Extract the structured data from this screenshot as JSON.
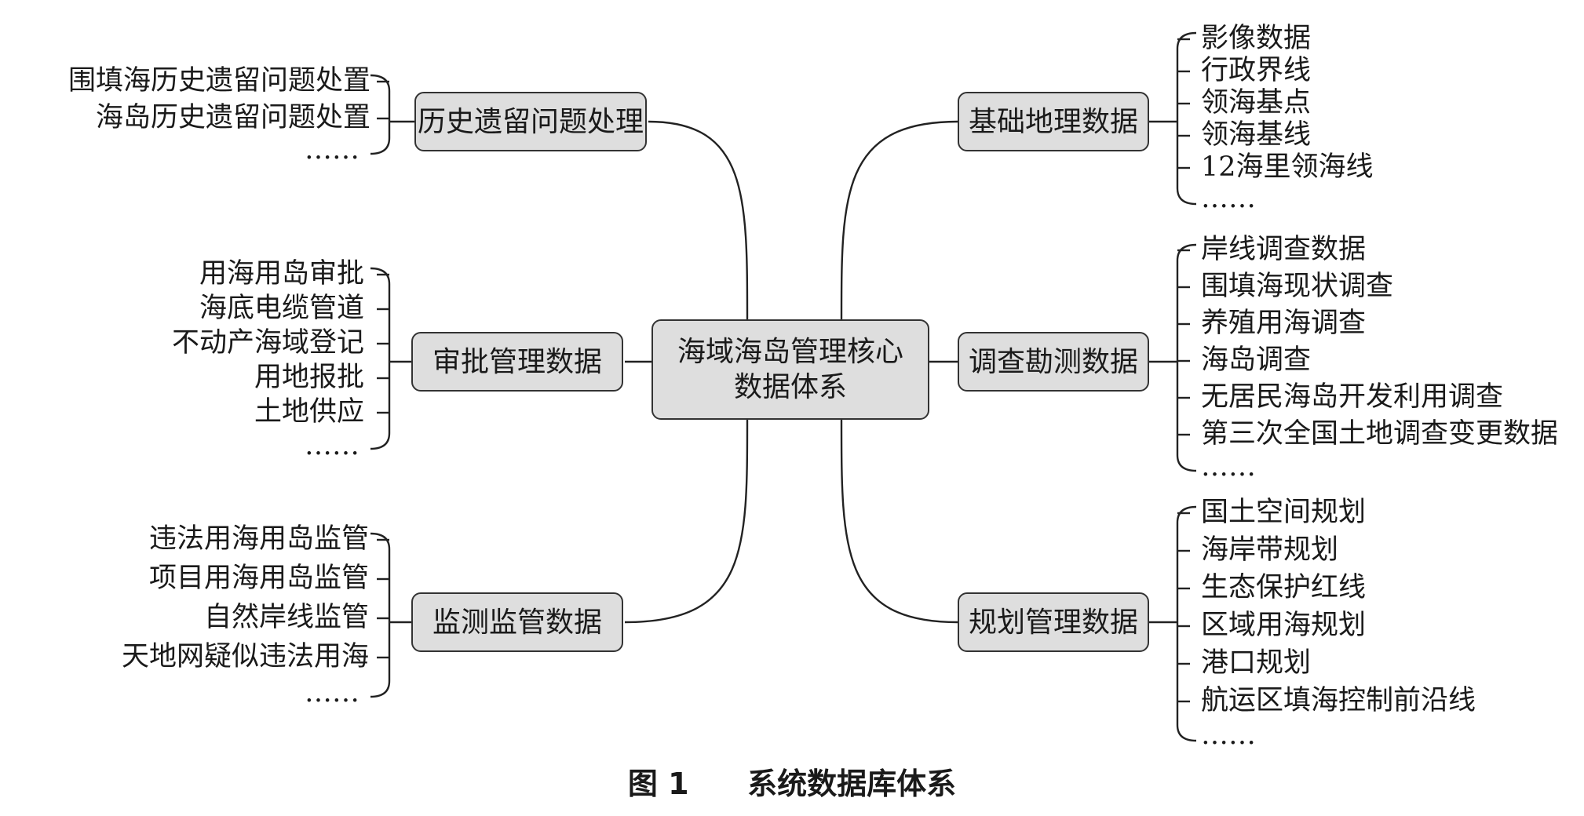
{
  "center": {
    "line1": "海域海岛管理核心",
    "line2": "数据体系"
  },
  "left_groups": [
    {
      "label": "历史遗留问题处理",
      "items": [
        "围填海历史遗留问题处置",
        "海岛历史遗留问题处置",
        "……"
      ]
    },
    {
      "label": "审批管理数据",
      "items": [
        "用海用岛审批",
        "海底电缆管道",
        "不动产海域登记",
        "用地报批",
        "土地供应",
        "……"
      ]
    },
    {
      "label": "监测监管数据",
      "items": [
        "违法用海用岛监管",
        "项目用海用岛监管",
        "自然岸线监管",
        "天地网疑似违法用海",
        "……"
      ]
    }
  ],
  "right_groups": [
    {
      "label": "基础地理数据",
      "items": [
        "影像数据",
        "行政界线",
        "领海基点",
        "领海基线",
        "12海里领海线",
        "……"
      ]
    },
    {
      "label": "调查勘测数据",
      "items": [
        "岸线调查数据",
        "围填海现状调查",
        "养殖用海调查",
        "海岛调查",
        "无居民海岛开发利用调查",
        "第三次全国土地调查变更数据",
        "……"
      ]
    },
    {
      "label": "规划管理数据",
      "items": [
        "国土空间规划",
        "海岸带规划",
        "生态保护红线",
        "区域用海规划",
        "港口规划",
        "航运区填海控制前沿线",
        "……"
      ]
    }
  ],
  "caption": {
    "number": "图 1",
    "title": "系统数据库体系"
  }
}
